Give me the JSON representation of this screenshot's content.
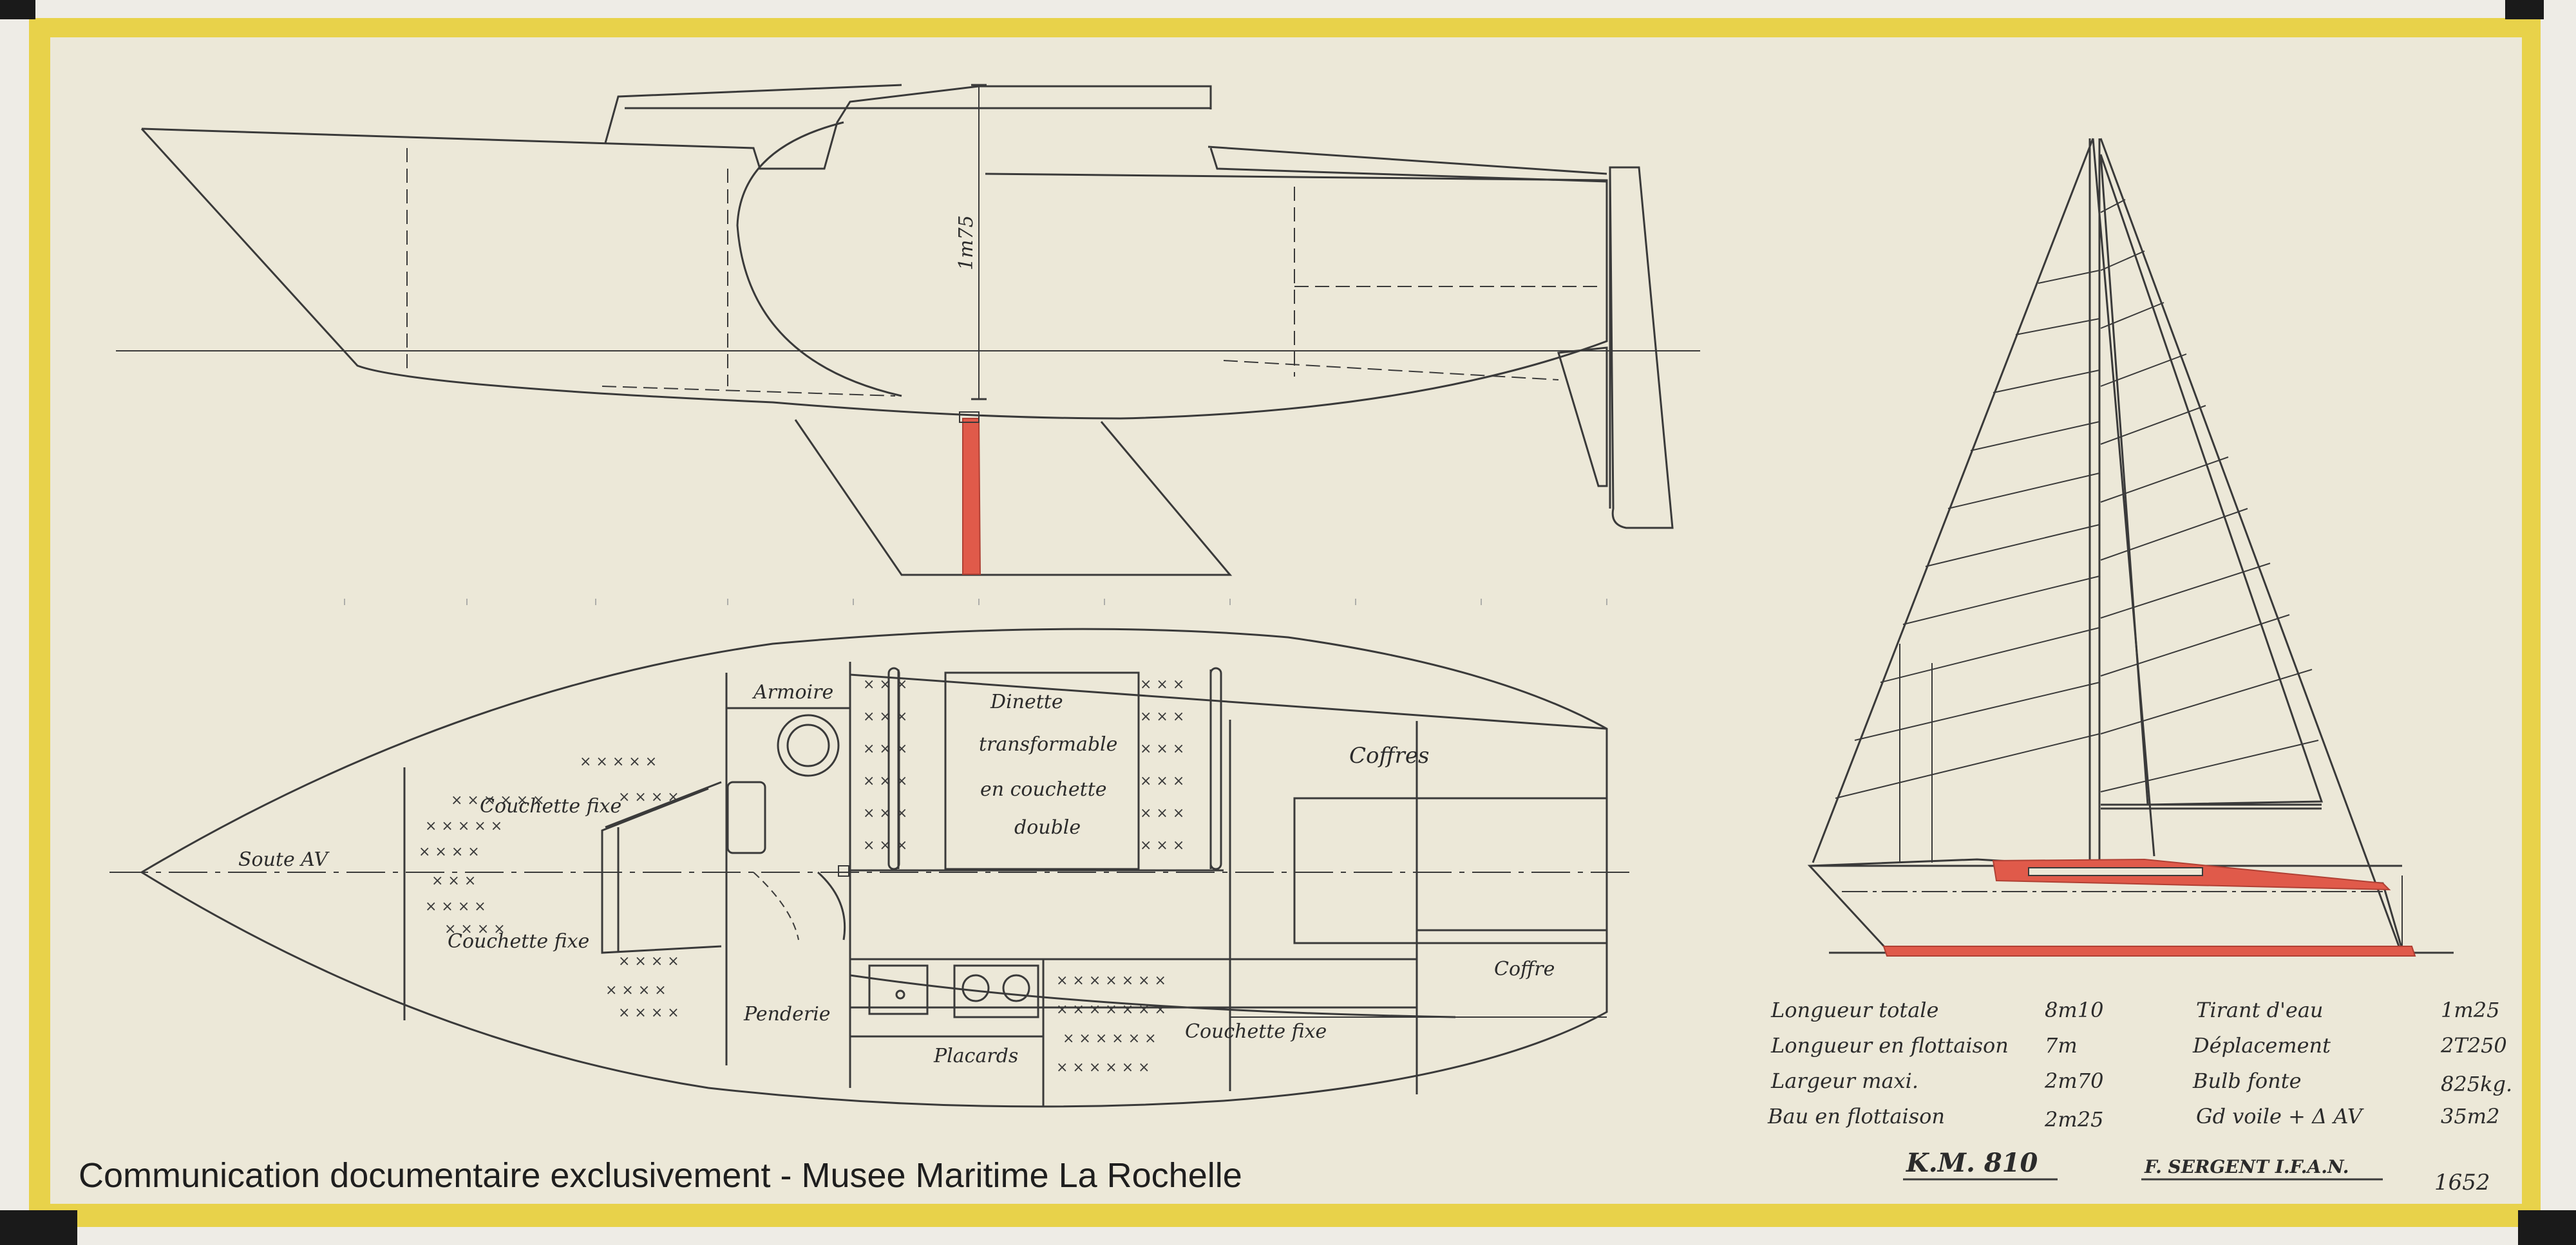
{
  "colors": {
    "paper": "#ece8d8",
    "tape": "#e8d24a",
    "ink": "#3a3a3a",
    "antifouling": "#e05a4a"
  },
  "side_view": {
    "height_label": "1m75"
  },
  "plan_view": {
    "labels": {
      "armoire": "Armoire",
      "dinette_line1": "Dinette",
      "dinette_line2": "transformable",
      "dinette_line3": "en couchette",
      "dinette_line4": "double",
      "coffres": "Coffres",
      "coffre": "Coffre",
      "couchette_fixe_upper": "Couchette fixe",
      "couchette_fixe_lower": "Couchette fixe",
      "couchette_fixe_right": "Couchette fixe",
      "soute": "Soute AV",
      "penderie": "Penderie",
      "placards": "Placards"
    }
  },
  "specs": {
    "left": [
      {
        "label": "Longueur totale",
        "value": "8m10"
      },
      {
        "label": "Longueur en flottaison",
        "value": "7m"
      },
      {
        "label": "Largeur maxi.",
        "value": "2m70"
      },
      {
        "label": "Bau en flottaison",
        "value": "2m25"
      }
    ],
    "right": [
      {
        "label": "Tirant d'eau",
        "value": "1m25"
      },
      {
        "label": "Déplacement",
        "value": "2T250"
      },
      {
        "label": "Bulb fonte",
        "value": "825kg."
      },
      {
        "label": "Gd voile + Δ AV",
        "value": "35m2"
      }
    ]
  },
  "title_block": {
    "model": "K.M. 810",
    "designer": "F. SERGENT I.F.A.N.",
    "plan_number": "1652"
  },
  "watermark": "Communication documentaire exclusivement - Musee Maritime La Rochelle"
}
